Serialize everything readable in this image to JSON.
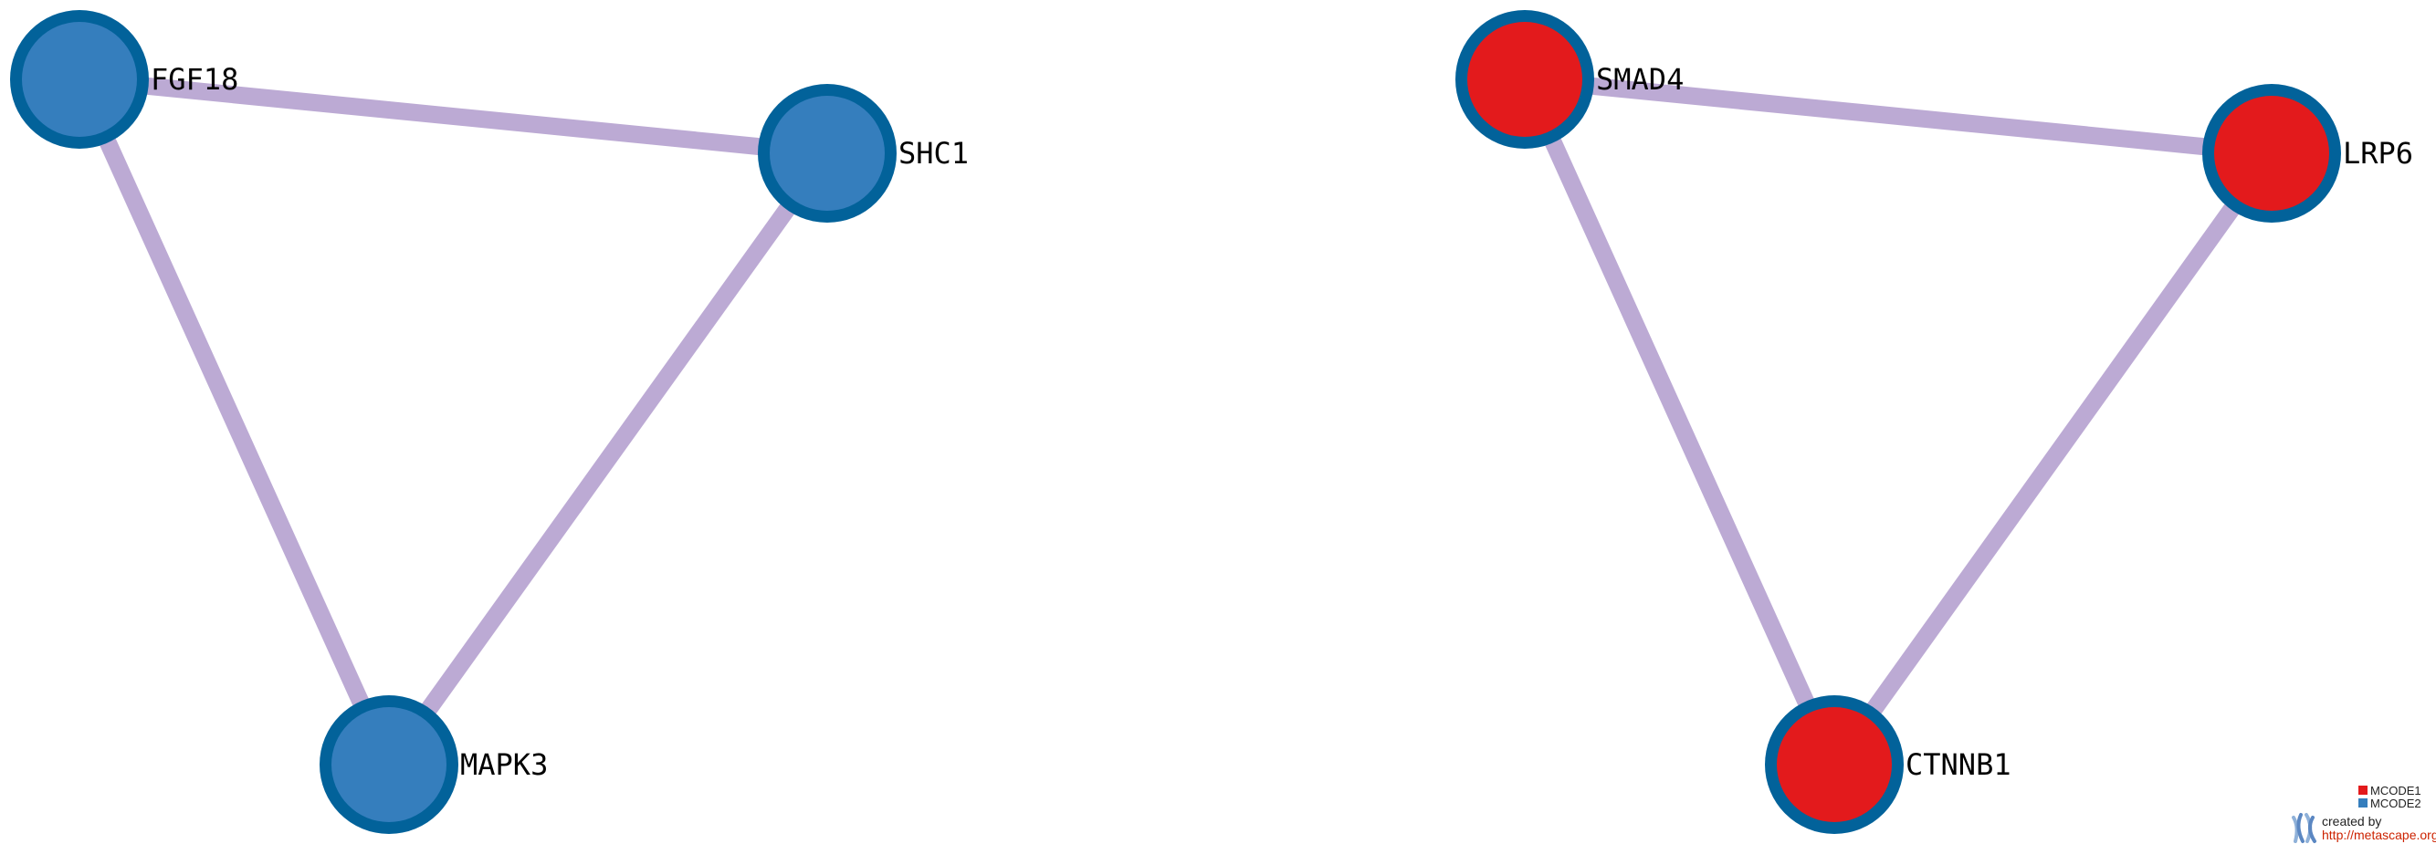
{
  "colors": {
    "edge": "#bcaad4",
    "node_border": "#02629a",
    "mcode1": "#e31a1c",
    "mcode2": "#357ebd",
    "credit_link": "#cc2200",
    "credit_text": "#222222"
  },
  "networks": [
    {
      "nodes": [
        {
          "id": "FGF18",
          "label": "FGF18",
          "cluster": "MCODE2"
        },
        {
          "id": "SHC1",
          "label": "SHC1",
          "cluster": "MCODE2"
        },
        {
          "id": "MAPK3",
          "label": "MAPK3",
          "cluster": "MCODE2"
        }
      ],
      "edges": [
        [
          "FGF18",
          "SHC1"
        ],
        [
          "FGF18",
          "MAPK3"
        ],
        [
          "SHC1",
          "MAPK3"
        ]
      ]
    },
    {
      "nodes": [
        {
          "id": "SMAD4",
          "label": "SMAD4",
          "cluster": "MCODE1"
        },
        {
          "id": "LRP6",
          "label": "LRP6",
          "cluster": "MCODE1"
        },
        {
          "id": "CTNNB1",
          "label": "CTNNB1",
          "cluster": "MCODE1"
        }
      ],
      "edges": [
        [
          "SMAD4",
          "LRP6"
        ],
        [
          "SMAD4",
          "CTNNB1"
        ],
        [
          "LRP6",
          "CTNNB1"
        ]
      ]
    }
  ],
  "legend": [
    {
      "label": "MCODE1",
      "color": "#e31a1c"
    },
    {
      "label": "MCODE2",
      "color": "#357ebd"
    }
  ],
  "credit": {
    "created_by": "created by",
    "link": "http://metascape.org",
    "logo_icon": "metascape-logo-icon"
  }
}
